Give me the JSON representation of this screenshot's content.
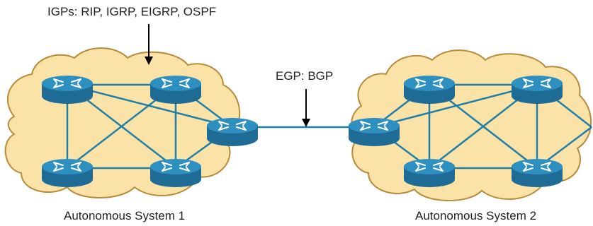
{
  "igp_label": "IGPs: RIP, IGRP, EIGRP, OSPF",
  "egp_label": "EGP: BGP",
  "as1_label": "Autonomous System 1",
  "as2_label": "Autonomous System 2",
  "colors": {
    "cloud_fill": "#fbe3a8",
    "cloud_stroke": "#b98a38",
    "link": "#1f7fa9",
    "router_top": "#2e8fc1",
    "router_side": "#1e6b96",
    "arrow": "#000000"
  },
  "icons": [
    "router-icon",
    "cloud-icon",
    "arrow-icon"
  ]
}
